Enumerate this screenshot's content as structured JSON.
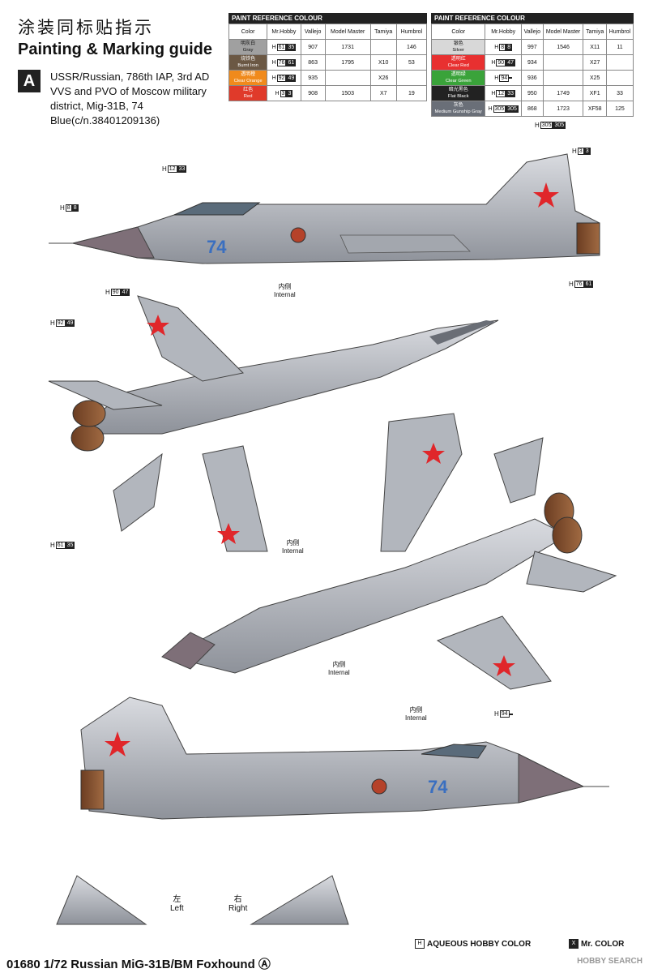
{
  "header": {
    "title_cn": "涂装同标贴指示",
    "title_en": "Painting & Marking guide",
    "scheme_letter": "A",
    "scheme_desc": "USSR/Russian, 786th IAP, 3rd AD VVS and PVO of Moscow military district, Mig-31B, 74 Blue(c/n.38401209136)"
  },
  "paint_table_1": {
    "caption": "PAINT  REFERENCE COLOUR",
    "headers": [
      "Color",
      "Mr.Hobby",
      "Vallejo",
      "Model Master",
      "Tamiya",
      "Humbrol"
    ],
    "rows": [
      {
        "cn": "明灰白",
        "en": "Gray",
        "bg": "#a0a0a0",
        "h": "H",
        "n": "61",
        "m": "35",
        "vallejo": "907",
        "mm": "1731",
        "tamiya": "",
        "humbrol": "146"
      },
      {
        "cn": "烧铁色",
        "en": "Burnt Iron",
        "bg": "#6b5844",
        "h": "H",
        "n": "76",
        "m": "61",
        "vallejo": "863",
        "mm": "1795",
        "tamiya": "X10",
        "humbrol": "53"
      },
      {
        "cn": "透明橙",
        "en": "Clear Orange",
        "bg": "#f08a1c",
        "h": "H",
        "n": "92",
        "m": "49",
        "vallejo": "935",
        "mm": "",
        "tamiya": "X26",
        "humbrol": ""
      },
      {
        "cn": "红色",
        "en": "Red",
        "bg": "#e03a2a",
        "h": "H",
        "n": "3",
        "m": "3",
        "vallejo": "908",
        "mm": "1503",
        "tamiya": "X7",
        "humbrol": "19"
      }
    ]
  },
  "paint_table_2": {
    "caption": "PAINT  REFERENCE COLOUR",
    "headers": [
      "Color",
      "Mr.Hobby",
      "Vallejo",
      "Model Master",
      "Tamiya",
      "Humbrol"
    ],
    "rows": [
      {
        "cn": "银色",
        "en": "Silver",
        "bg": "#d8d8d8",
        "h": "H",
        "n": "8",
        "m": "8",
        "vallejo": "997",
        "mm": "1546",
        "tamiya": "X11",
        "humbrol": "11"
      },
      {
        "cn": "透明红",
        "en": "Clear Red",
        "bg": "#e83030",
        "h": "H",
        "n": "90",
        "m": "47",
        "vallejo": "934",
        "mm": "",
        "tamiya": "X27",
        "humbrol": ""
      },
      {
        "cn": "透明绿",
        "en": "Clear Green",
        "bg": "#3aa33a",
        "h": "H",
        "n": "94",
        "m": "",
        "vallejo": "936",
        "mm": "",
        "tamiya": "X25",
        "humbrol": ""
      },
      {
        "cn": "暗光黑色",
        "en": "Flat Black",
        "bg": "#222222",
        "h": "H",
        "n": "12",
        "m": "33",
        "vallejo": "950",
        "mm": "1749",
        "tamiya": "XF1",
        "humbrol": "33"
      },
      {
        "cn": "灰色",
        "en": "Medium Gunship Gray",
        "bg": "#6a6f78",
        "h": "H",
        "n": "305",
        "m": "305",
        "vallejo": "868",
        "mm": "1723",
        "tamiya": "XF58",
        "humbrol": "125"
      }
    ]
  },
  "labels": {
    "internal_cn": "内侧",
    "internal_en": "Internal",
    "left_cn": "左",
    "left_en": "Left",
    "right_cn": "右",
    "right_en": "Right",
    "tail_number": "74"
  },
  "footer": {
    "title": "01680 1/72 Russian MiG-31B/BM Foxhound Ⓐ",
    "legend_aqueous_box": "H",
    "legend_aqueous": "AQUEOUS HOBBY COLOR",
    "legend_mr_box": "X",
    "legend_mr": "Mr. COLOR",
    "watermark": "HOBBY SEARCH"
  },
  "callouts": [
    {
      "h": "H",
      "n": "305",
      "m": "305"
    },
    {
      "h": "H",
      "n": "12",
      "m": "33"
    },
    {
      "h": "H",
      "n": "8",
      "m": "8"
    },
    {
      "h": "H",
      "n": "61",
      "m": "35"
    },
    {
      "h": "H",
      "n": "3",
      "m": "3"
    },
    {
      "h": "H",
      "n": "76",
      "m": "61"
    },
    {
      "h": "H",
      "n": "90",
      "m": "47"
    },
    {
      "h": "H",
      "n": "92",
      "m": "49"
    },
    {
      "h": "H",
      "n": "94",
      "m": ""
    }
  ],
  "colors": {
    "aircraft_gray": "#b9bcc2",
    "aircraft_dark": "#8a8e96",
    "nose_cone": "#7e6f78",
    "exhaust": "#8a5a3a",
    "star_red": "#e0262a",
    "tail_number_blue": "#3a6fc0"
  }
}
